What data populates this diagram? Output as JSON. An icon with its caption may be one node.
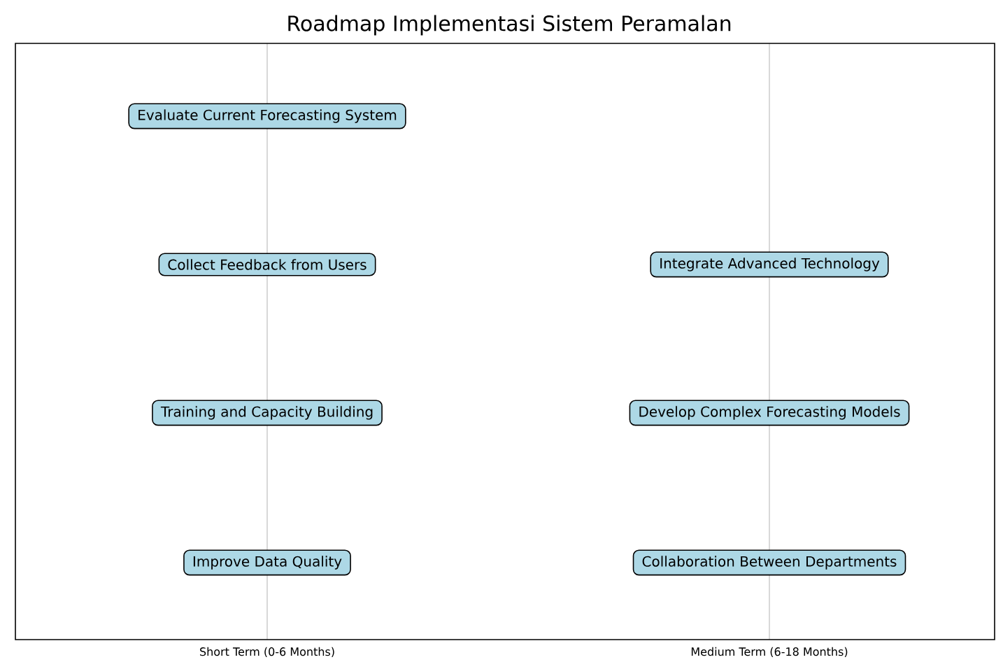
{
  "diagram": {
    "title": "Roadmap Implementasi Sistem Peramalan",
    "nodes": [
      {
        "text": [
          "Evaluate Current Forecasting System"
        ]
      },
      {
        "text": [
          "Collect Feedback from Users"
        ]
      },
      {
        "text": [
          "Training and Capacity Building"
        ]
      },
      {
        "text": [
          "Improve Data Quality"
        ]
      },
      {
        "text": [
          "Integrate Advanced Technology"
        ]
      },
      {
        "text": [
          "Develop Complex Forecasting Models"
        ]
      },
      {
        "text": [
          "Collaboration Between Departments"
        ]
      }
    ],
    "labels": [
      "Short Term (0-6 Months)",
      "Medium Term (6-18 Months)"
    ]
  }
}
